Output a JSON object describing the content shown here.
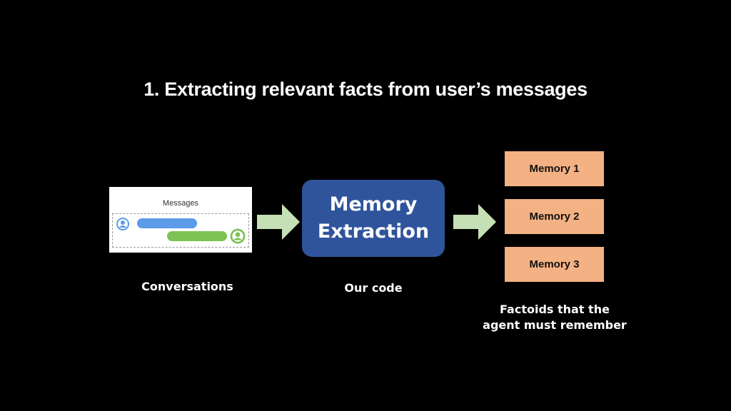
{
  "title": "1. Extracting relevant facts from user’s messages",
  "conversation": {
    "header": "Messages",
    "caption": "Conversations",
    "icons": [
      "user-avatar-blue",
      "user-avatar-green"
    ],
    "colors": {
      "blue": "#5b9be8",
      "green": "#7cc255"
    }
  },
  "extraction": {
    "line1": "Memory",
    "line2": "Extraction",
    "caption": "Our code",
    "color": "#2f549b"
  },
  "memories": {
    "items": [
      {
        "label": "Memory 1"
      },
      {
        "label": "Memory 2"
      },
      {
        "label": "Memory 3"
      }
    ],
    "caption_line1": "Factoids that the",
    "caption_line2": "agent must remember",
    "color": "#f4b183"
  },
  "arrow_color": "#c5e0b4"
}
